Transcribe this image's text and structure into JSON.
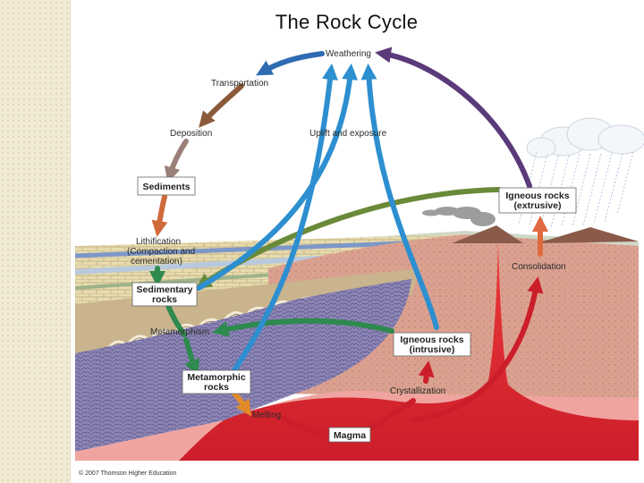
{
  "title": "The Rock Cycle",
  "labels": {
    "weathering": "Weathering",
    "transportation": "Transportation",
    "deposition": "Deposition",
    "uplift": "Uplift and exposure",
    "lithification_1": "Lithification",
    "lithification_2": "(Compaction and",
    "lithification_3": "cementation)",
    "metamorphism": "Metamorphism",
    "melting": "Melting",
    "crystallization": "Crystallization",
    "consolidation": "Consolidation"
  },
  "boxes": {
    "sediments": [
      "Sediments"
    ],
    "sedimentary": [
      "Sedimentary",
      "rocks"
    ],
    "metamorphic": [
      "Metamorphic",
      "rocks"
    ],
    "igneous_intrusive": [
      "Igneous rocks",
      "(intrusive)"
    ],
    "igneous_extrusive": [
      "Igneous rocks",
      "(extrusive)"
    ],
    "magma": [
      "Magma"
    ]
  },
  "credit": "© 2007 Thomson Higher Education",
  "colors": {
    "weathering_blue": "#2f6bb3",
    "uplift_blue": "#2d8fd0",
    "transport_brown": "#8a5a3a",
    "deposition_mauve": "#9a8078",
    "lithification_orange": "#d06a3a",
    "metamorphism_green": "#2e8a4e",
    "melting_orange": "#e08a2a",
    "igneous_olive": "#6a8a3a",
    "extrusive_purple": "#5a3a7a",
    "magma_red": "#cc1e2a",
    "consolidation_orange": "#e06a40"
  }
}
